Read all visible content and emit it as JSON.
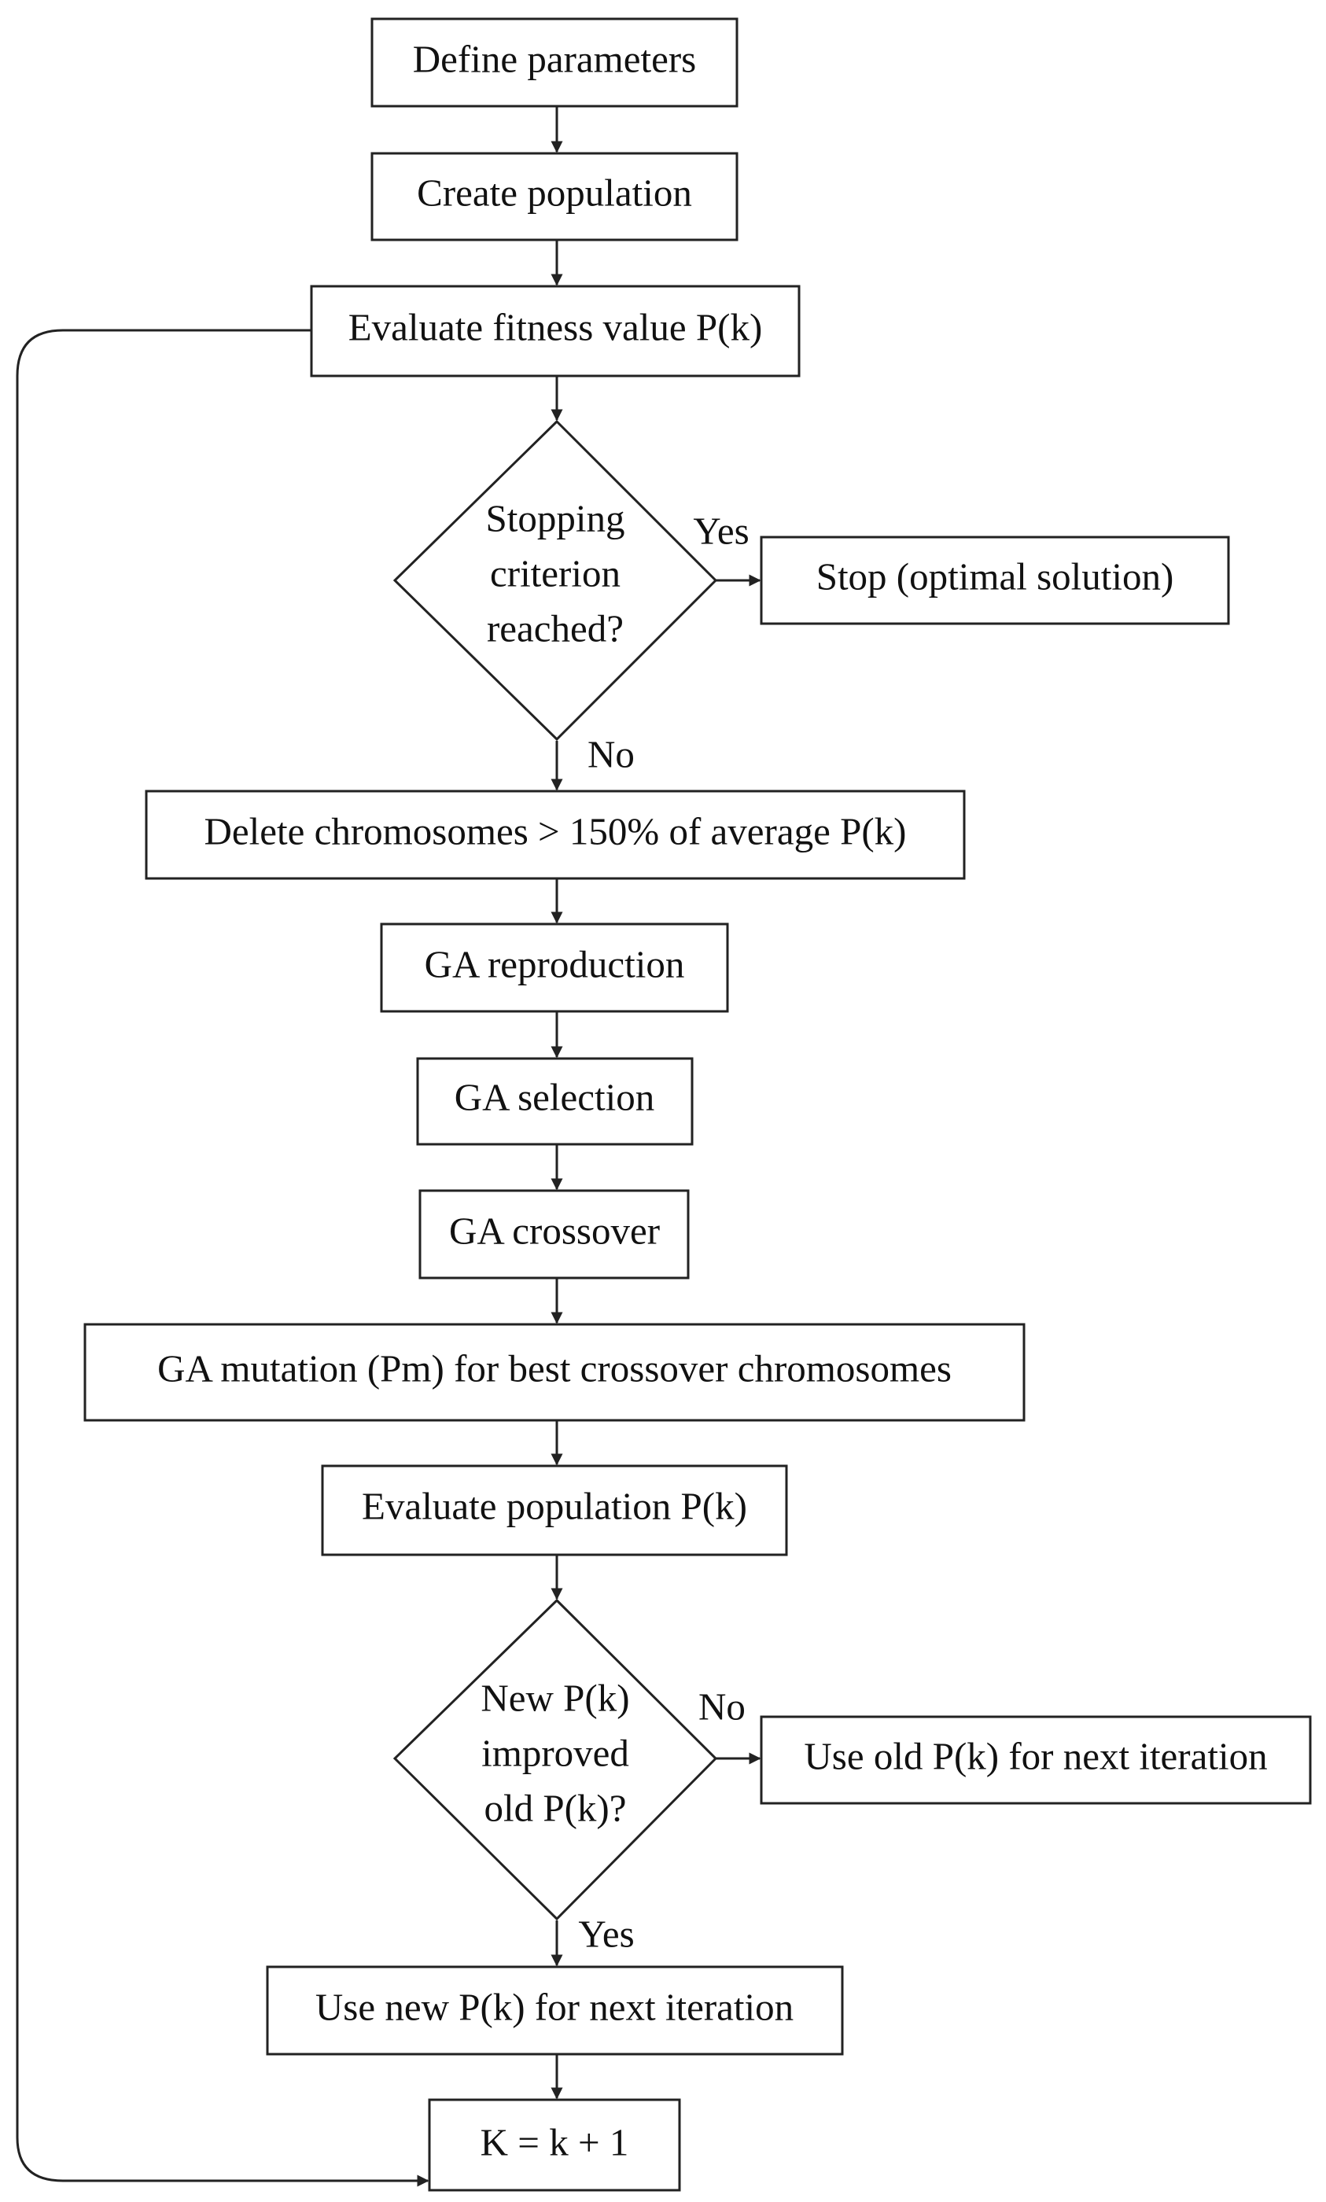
{
  "nodes": {
    "define_parameters": "Define parameters",
    "create_population": "Create population",
    "evaluate_fitness": "Evaluate fitness value P(k)",
    "stopping_criterion": [
      "Stopping",
      "criterion",
      "reached?"
    ],
    "stop": "Stop (optimal solution)",
    "delete_chromosomes": "Delete chromosomes > 150% of average P(k)",
    "ga_reproduction": "GA reproduction",
    "ga_selection": "GA selection",
    "ga_crossover": "GA crossover",
    "ga_mutation": "GA mutation (Pm) for best crossover chromosomes",
    "evaluate_population": "Evaluate population P(k)",
    "improved_check": [
      "New P(k)",
      "improved",
      "old P(k)?"
    ],
    "use_old": "Use old P(k) for next iteration",
    "use_new": "Use new P(k) for next iteration",
    "increment": "K = k + 1"
  },
  "edge_labels": {
    "stop_yes": "Yes",
    "stop_no": "No",
    "improved_no": "No",
    "improved_yes": "Yes"
  },
  "colors": {
    "stroke": "#222222",
    "text": "#111111",
    "background": "#ffffff"
  }
}
